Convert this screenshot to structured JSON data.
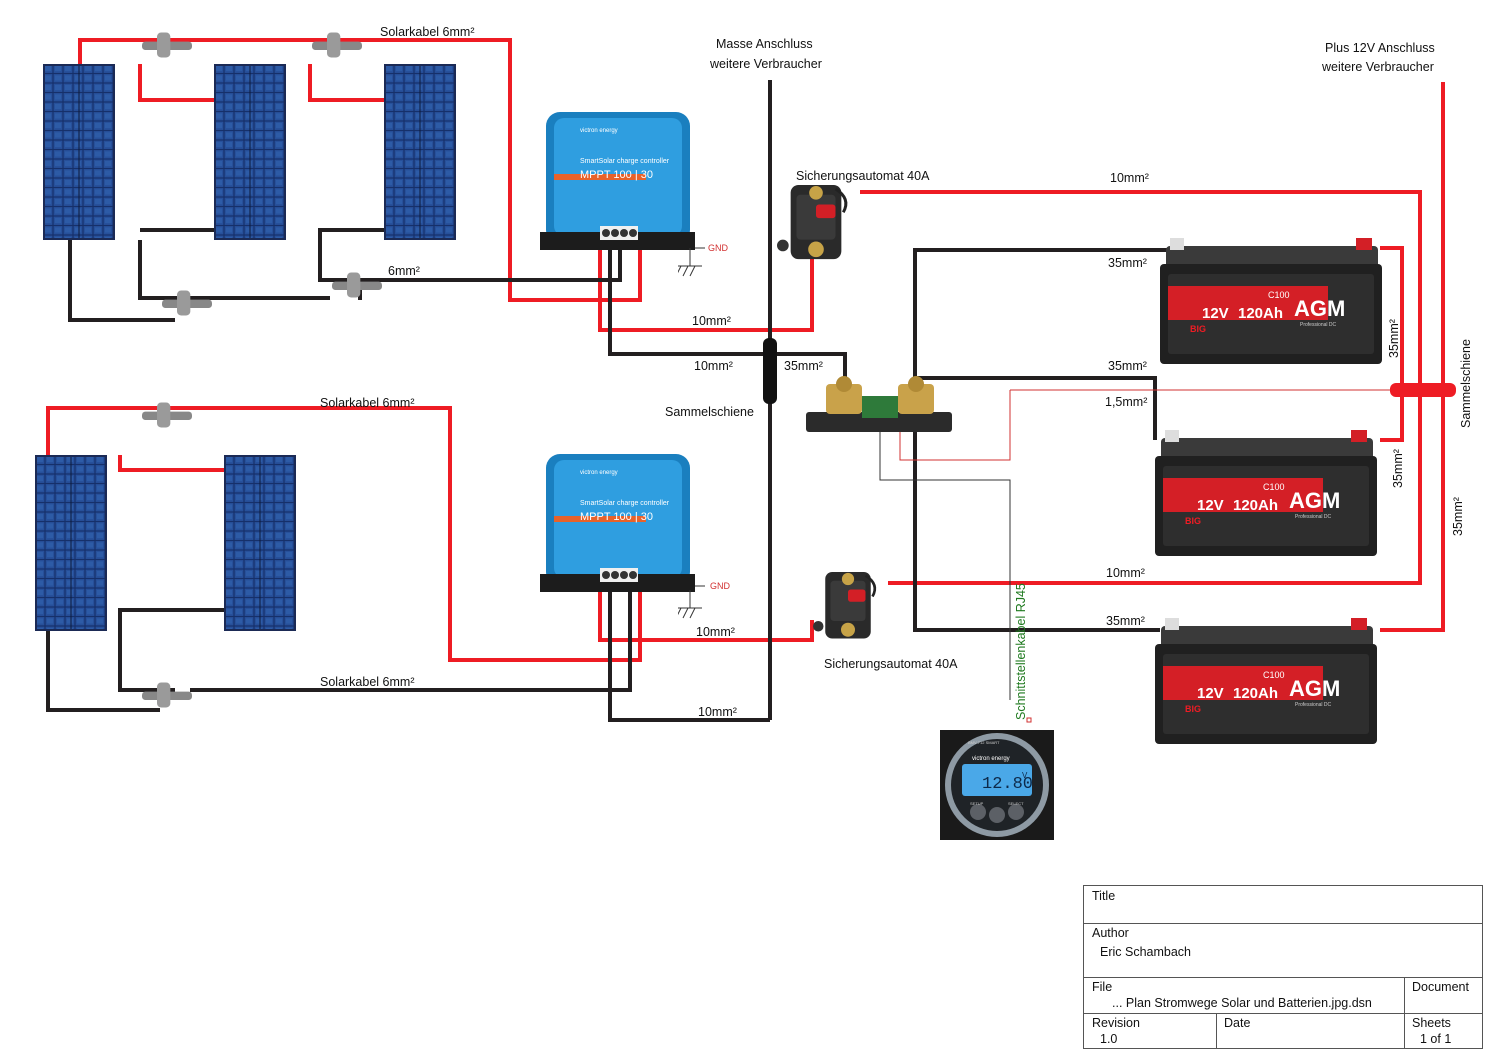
{
  "labels": {
    "solar_cable_1": "Solarkabel 6mm²",
    "solar_cable_2": "Solarkabel 6mm²",
    "solar_cable_3": "Solarkabel 6mm²",
    "cable_6": "6mm²",
    "ground_line1": "Masse Anschluss",
    "ground_line2": "weitere Verbraucher",
    "plus_line1": "Plus 12V Anschluss",
    "plus_line2": "weitere Verbraucher",
    "breaker_top": "Sicherungsautomat 40A",
    "breaker_bottom": "Sicherungsautomat 40A",
    "busbar_left": "Sammelschiene",
    "busbar_right": "Sammelschiene",
    "interface_cable": "Schnittstellenkabel RJ45",
    "gnd1": "GND",
    "gnd2": "GND",
    "w_10_top_right": "10mm²",
    "w_10_mid_right": "10mm²",
    "w_10_a": "10mm²",
    "w_10_b": "10mm²",
    "w_10_c": "10mm²",
    "w_10_d": "10mm²",
    "w_35_shunt": "35mm²",
    "w_35_bat1": "35mm²",
    "w_35_bat2": "35mm²",
    "w_35_bat3": "35mm²",
    "w_15": "1,5mm²",
    "w_35_v1": "35mm²",
    "w_35_v2": "35mm²",
    "w_35_v3": "35mm²"
  },
  "controllers": [
    {
      "brand": "victron energy",
      "subtitle": "SmartSolar charge controller",
      "model": "MPPT 100 | 30"
    },
    {
      "brand": "victron energy",
      "subtitle": "SmartSolar charge controller",
      "model": "MPPT 100 | 30"
    }
  ],
  "batteries": [
    {
      "voltage": "12V",
      "capacity": "120Ah",
      "type": "AGM",
      "rating": "C100",
      "brand": "BIG",
      "sub": "Professional DC"
    },
    {
      "voltage": "12V",
      "capacity": "120Ah",
      "type": "AGM",
      "rating": "C100",
      "brand": "BIG",
      "sub": "Professional DC"
    },
    {
      "voltage": "12V",
      "capacity": "120Ah",
      "type": "AGM",
      "rating": "C100",
      "brand": "BIG",
      "sub": "Professional DC"
    }
  ],
  "monitor": {
    "brand": "victron energy",
    "model": "BMV-712 SMART",
    "display": "12.80",
    "unit": "V",
    "left_btn": "SETUP",
    "right_btn": "SELECT"
  },
  "title_block": {
    "title_label": "Title",
    "title_value": "",
    "author_label": "Author",
    "author_value": "Eric Schambach",
    "file_label": "File",
    "file_value": "... Plan Stromwege Solar und Batterien.jpg.dsn",
    "document_label": "Document",
    "revision_label": "Revision",
    "revision_value": "1.0",
    "date_label": "Date",
    "sheets_label": "Sheets",
    "sheets_value": "1 of 1"
  },
  "colors": {
    "positive": "#ee1c24",
    "negative": "#231f20",
    "signal": "#d23030",
    "controller": "#1e88c8",
    "battery": "#2a2a2a"
  }
}
